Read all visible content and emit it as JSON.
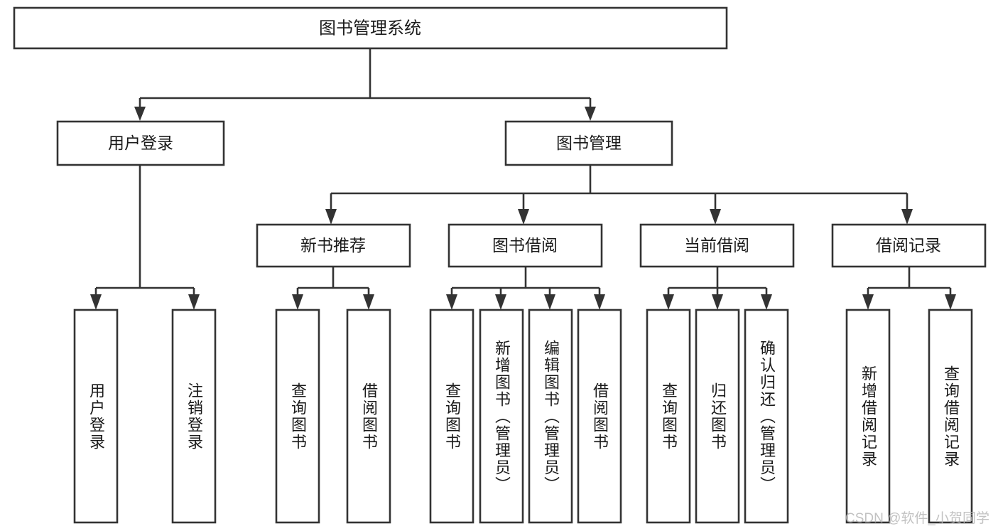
{
  "diagram": {
    "type": "tree-hierarchy",
    "title": "图书管理系统",
    "orientation": "top-down",
    "colors": {
      "box_fill": "#ffffff",
      "box_stroke": "#333333",
      "text": "#1a1a1a",
      "background": "#ffffff",
      "watermark": "#b8b8b8"
    },
    "root": {
      "id": "root",
      "label": "图书管理系统",
      "level": 1
    },
    "level2": [
      {
        "id": "user-login",
        "label": "用户登录",
        "level": 2
      },
      {
        "id": "book-manage",
        "label": "图书管理",
        "level": 2
      }
    ],
    "level3": [
      {
        "id": "new-book-recommend",
        "label": "新书推荐",
        "level": 3,
        "parent": "book-manage"
      },
      {
        "id": "book-borrow",
        "label": "图书借阅",
        "level": 3,
        "parent": "book-manage"
      },
      {
        "id": "current-borrow",
        "label": "当前借阅",
        "level": 3,
        "parent": "book-manage"
      },
      {
        "id": "borrow-record",
        "label": "借阅记录",
        "level": 3,
        "parent": "book-manage"
      }
    ],
    "leaves": [
      {
        "id": "leaf-user-login",
        "label": "用户登录",
        "parent": "user-login",
        "group": "user-login"
      },
      {
        "id": "leaf-logout",
        "label": "注销登录",
        "parent": "user-login",
        "group": "user-login"
      },
      {
        "id": "leaf-query-book-1",
        "label": "查询图书",
        "parent": "new-book-recommend",
        "group": "new-book-recommend"
      },
      {
        "id": "leaf-borrow-book-1",
        "label": "借阅图书",
        "parent": "new-book-recommend",
        "group": "new-book-recommend"
      },
      {
        "id": "leaf-query-book-2",
        "label": "查询图书",
        "parent": "book-borrow",
        "group": "book-borrow"
      },
      {
        "id": "leaf-add-book",
        "label": "新增图书（管理员）",
        "parent": "book-borrow",
        "group": "book-borrow"
      },
      {
        "id": "leaf-edit-book",
        "label": "编辑图书（管理员）",
        "parent": "book-borrow",
        "group": "book-borrow"
      },
      {
        "id": "leaf-borrow-book-2",
        "label": "借阅图书",
        "parent": "book-borrow",
        "group": "book-borrow"
      },
      {
        "id": "leaf-query-book-3",
        "label": "查询图书",
        "parent": "current-borrow",
        "group": "current-borrow"
      },
      {
        "id": "leaf-return-book",
        "label": "归还图书",
        "parent": "current-borrow",
        "group": "current-borrow"
      },
      {
        "id": "leaf-confirm-return",
        "label": "确认归还（管理员）",
        "parent": "current-borrow",
        "group": "current-borrow"
      },
      {
        "id": "leaf-add-record",
        "label": "新增借阅记录",
        "parent": "borrow-record",
        "group": "borrow-record"
      },
      {
        "id": "leaf-query-record",
        "label": "查询借阅记录",
        "parent": "borrow-record",
        "group": "borrow-record"
      }
    ],
    "watermark": "CSDN @软件_小贺同学"
  }
}
